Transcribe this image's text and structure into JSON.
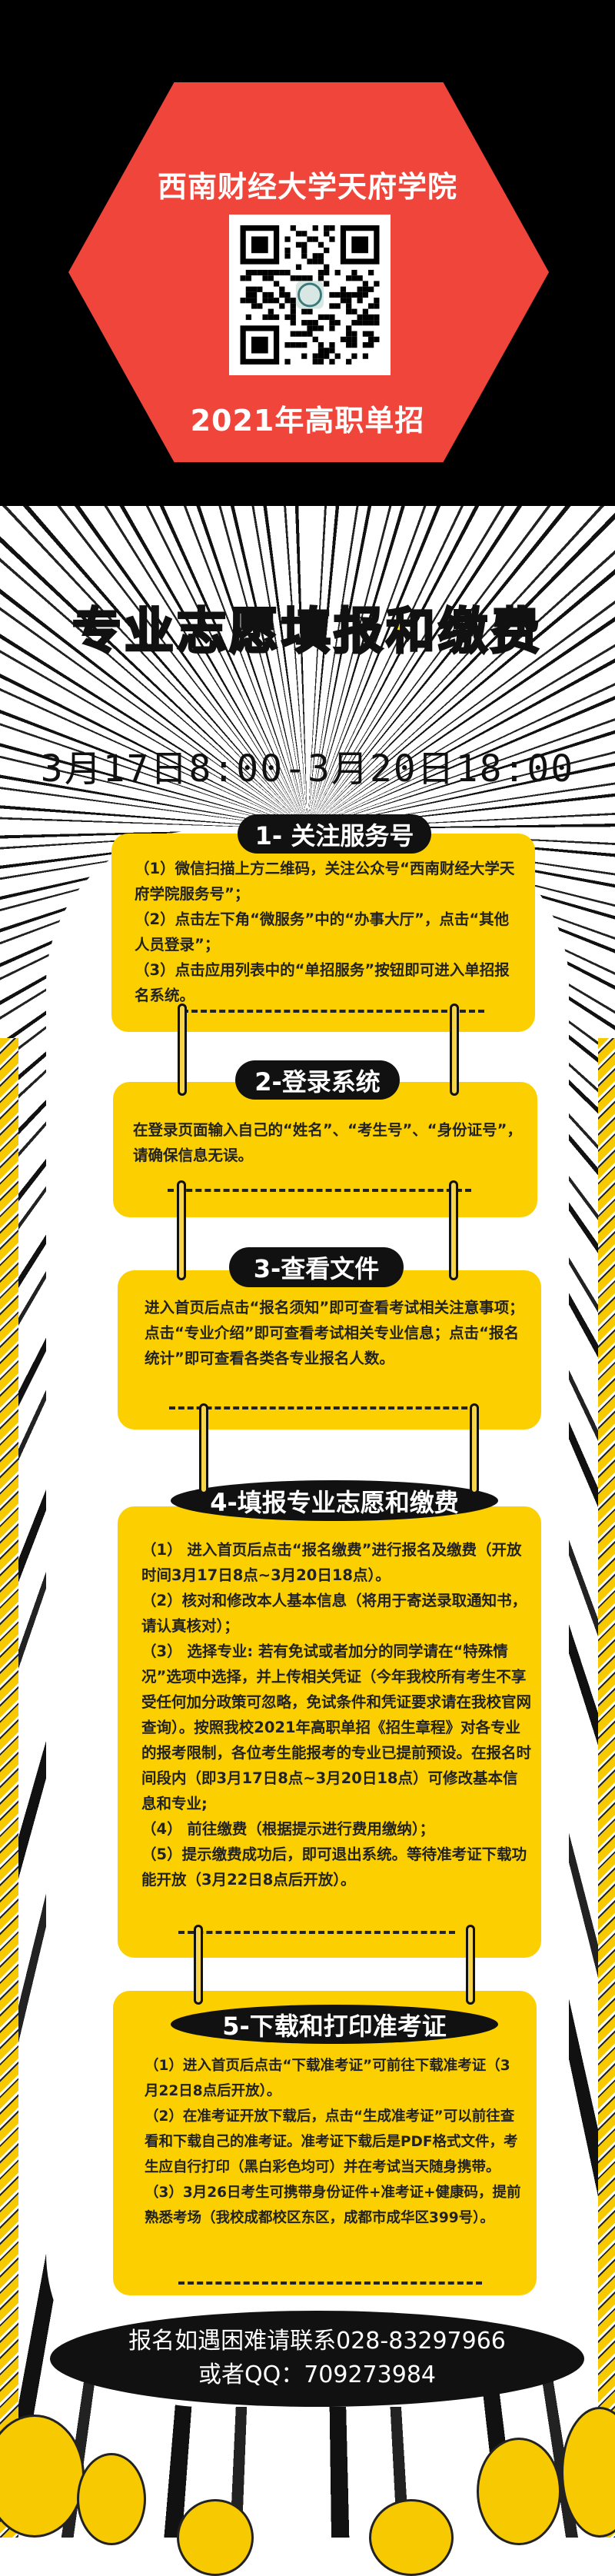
{
  "header": {
    "school": "西南财经大学天府学院",
    "qr_label": "qr-code",
    "subtitle": "2021年高职单招"
  },
  "title": "专业志愿填报和缴费",
  "date_range": "3月17日8:00-3月20日18:00",
  "steps": [
    {
      "title": "1- 关注服务号",
      "lines": [
        "（1）微信扫描上方二维码，关注公众号“西南财经大学天府学院服务号”；",
        "（2）点击左下角“微服务”中的“办事大厅”，点击“其他人员登录”；",
        "（3）点击应用列表中的“单招服务”按钮即可进入单招报名系统。"
      ]
    },
    {
      "title": "2-登录系统",
      "lines": [
        "在登录页面输入自己的“姓名”、“考生号”、“身份证号”，请确保信息无误。"
      ]
    },
    {
      "title": "3-查看文件",
      "lines": [
        "进入首页后点击“报名须知”即可查看考试相关注意事项；点击“专业介绍”即可查看考试相关专业信息；点击“报名统计”即可查看各类各专业报名人数。"
      ]
    },
    {
      "title": "4-填报专业志愿和缴费",
      "lines": [
        "（1） 进入首页后点击“报名缴费”进行报名及缴费（开放时间3月17日8点~3月20日18点）。",
        "（2）核对和修改本人基本信息（将用于寄送录取通知书，请认真核对）；",
        "（3） 选择专业: 若有免试或者加分的同学请在“特殊情况”选项中选择，并上传相关凭证（今年我校所有考生不享受任何加分政策可忽略，免试条件和凭证要求请在我校官网查询）。按照我校2021年高职单招《招生章程》对各专业的报考限制，各位考生能报考的专业已提前预设。在报名时间段内（即3月17日8点~3月20日18点）可修改基本信息和专业;",
        "（4） 前往缴费（根据提示进行费用缴纳）；",
        "（5）提示缴费成功后，即可退出系统。等待准考证下载功能开放（3月22日8点后开放）。"
      ]
    },
    {
      "title": "5-下载和打印准考证",
      "lines": [
        "（1）进入首页后点击“下载准考证”可前往下载准考证（3月22日8点后开放）。",
        "（2）在准考证开放下载后，点击“生成准考证”可以前往查看和下载自己的准考证。准考证下载后是PDF格式文件，考生应自行打印（黑白彩色均可）并在考试当天随身携带。",
        "（3）3月26日考生可携带身份证件+准考证+健康码，提前熟悉考场（我校成都校区东区，成都市成华区399号）。"
      ]
    }
  ],
  "contact": {
    "line1": "报名如遇困难请联系028-83297966",
    "line2": "或者QQ：709273984"
  },
  "colors": {
    "red": "#f0453a",
    "yellow": "#fcd000",
    "black": "#111111"
  }
}
